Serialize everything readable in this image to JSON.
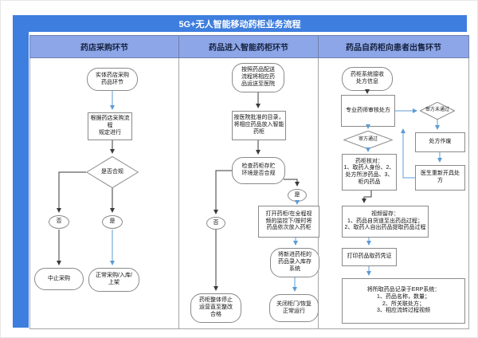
{
  "page": {
    "title": "5G+无人智能移动药柜业务流程"
  },
  "colors": {
    "title_bar": "#3E7EDE",
    "lane_header_fill": "#8CA6E8",
    "lane_header_border": "#6f7fae",
    "frame_border": "#a6a6a6",
    "arrow_black": "#3a3a3a",
    "arrow_blue": "#5B9BD5",
    "shape_border": "#8a8a8a",
    "shape_fill": "#ffffff"
  },
  "lanes": [
    {
      "label": "药店采购环节"
    },
    {
      "label": "药品进入智能药柜环节"
    },
    {
      "label": "药品自药柜向患者出售环节"
    }
  ],
  "nodes": {
    "l1_start": "实体药店采购\n药品环节",
    "l1_process": "根据药店采购流程\n规定进行",
    "l1_decision": "是否合规",
    "l1_no": "否",
    "l1_yes": "是",
    "l1_stop": "中止采购",
    "l1_normal": "正常采购/入库/\n上架",
    "l2_start": "按照药品配送\n流程将相应药\n品运送至医院",
    "l2_load": "按医院批准的目录，\n将相应药品放入智能\n药柜",
    "l2_check": "检查药柜存贮\n环境是否合规",
    "l2_yes": "是",
    "l2_no": "否",
    "l2_open": "打开药柜/在全程视\n频的监控下/按时将\n药品依次放入药柜",
    "l2_stock": "将新进药柜的\n药品录入库存\n系统",
    "l2_close": "关闭柜门/恢复\n正常运行",
    "l2_halt": "药柜整体停止\n运营直至整改\n合格",
    "l3_start": "药柜系统接收\n处方信息",
    "l3_review": "专业药师审核处方",
    "l3_fail": "审方未通过",
    "l3_pass": "审方通过",
    "l3_void": "处方作废",
    "l3_redo": "医生重新开具处\n方",
    "l3_verify": "药柜核对：\n1、取药人身份、2、\n处方所涉药品、3、\n柜内药品",
    "l3_video": "视频留存：\n1、药品自货道至出药品过程；\n2、取药人自出药品提取药品过程",
    "l3_print": "打印药品取药凭证",
    "l3_erp": "将所取药品记录于ERP系统：\n1、药品名称，数量；\n2、所关联处方；\n3、相应流转过程视频"
  }
}
